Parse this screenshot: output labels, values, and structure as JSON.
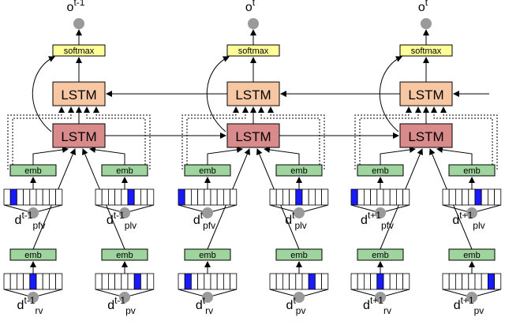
{
  "labels": {
    "softmax": "softmax",
    "lstm": "LSTM",
    "emb": "emb"
  },
  "columns": [
    {
      "output": {
        "base": "o",
        "sup": "t-1"
      },
      "pfv": {
        "base": "d",
        "sup": "t-1",
        "sub": "pfv"
      },
      "plv": {
        "base": "d",
        "sup": "t-1",
        "sub": "plv"
      },
      "rv": {
        "base": "d",
        "sup": "t-1",
        "sub": "rv"
      },
      "pv": {
        "base": "d",
        "sup": "t-1",
        "sub": "pv"
      }
    },
    {
      "output": {
        "base": "o",
        "sup": "t"
      },
      "pfv": {
        "base": "d",
        "sup": "t",
        "sub": "pfv"
      },
      "plv": {
        "base": "d",
        "sup": "t",
        "sub": "plv"
      },
      "rv": {
        "base": "d",
        "sup": "t",
        "sub": "rv"
      },
      "pv": {
        "base": "d",
        "sup": "t",
        "sub": "pv"
      }
    },
    {
      "output": {
        "base": "o",
        "sup": "t"
      },
      "pfv": {
        "base": "d",
        "sup": "t+1",
        "sub": "pfv"
      },
      "plv": {
        "base": "d",
        "sup": "t+1",
        "sub": "plv"
      },
      "rv": {
        "base": "d",
        "sup": "t+1",
        "sub": "rv"
      },
      "pv": {
        "base": "d",
        "sup": "t+1",
        "sub": "pv"
      }
    }
  ],
  "colors": {
    "softmax_fill": "#ffff99",
    "upper_lstm_fill": "#f7c6a3",
    "lower_lstm_fill": "#d98a8a",
    "emb_fill": "#9fd49f",
    "onehot_active": "#1a1aff",
    "node_gray": "#9a9a9a"
  },
  "onehot_active_index": {
    "pfv": [
      1,
      0,
      0
    ],
    "plv": [
      5,
      4,
      5
    ],
    "rv": [
      4,
      1,
      4
    ],
    "pv": [
      6,
      6,
      7
    ]
  }
}
